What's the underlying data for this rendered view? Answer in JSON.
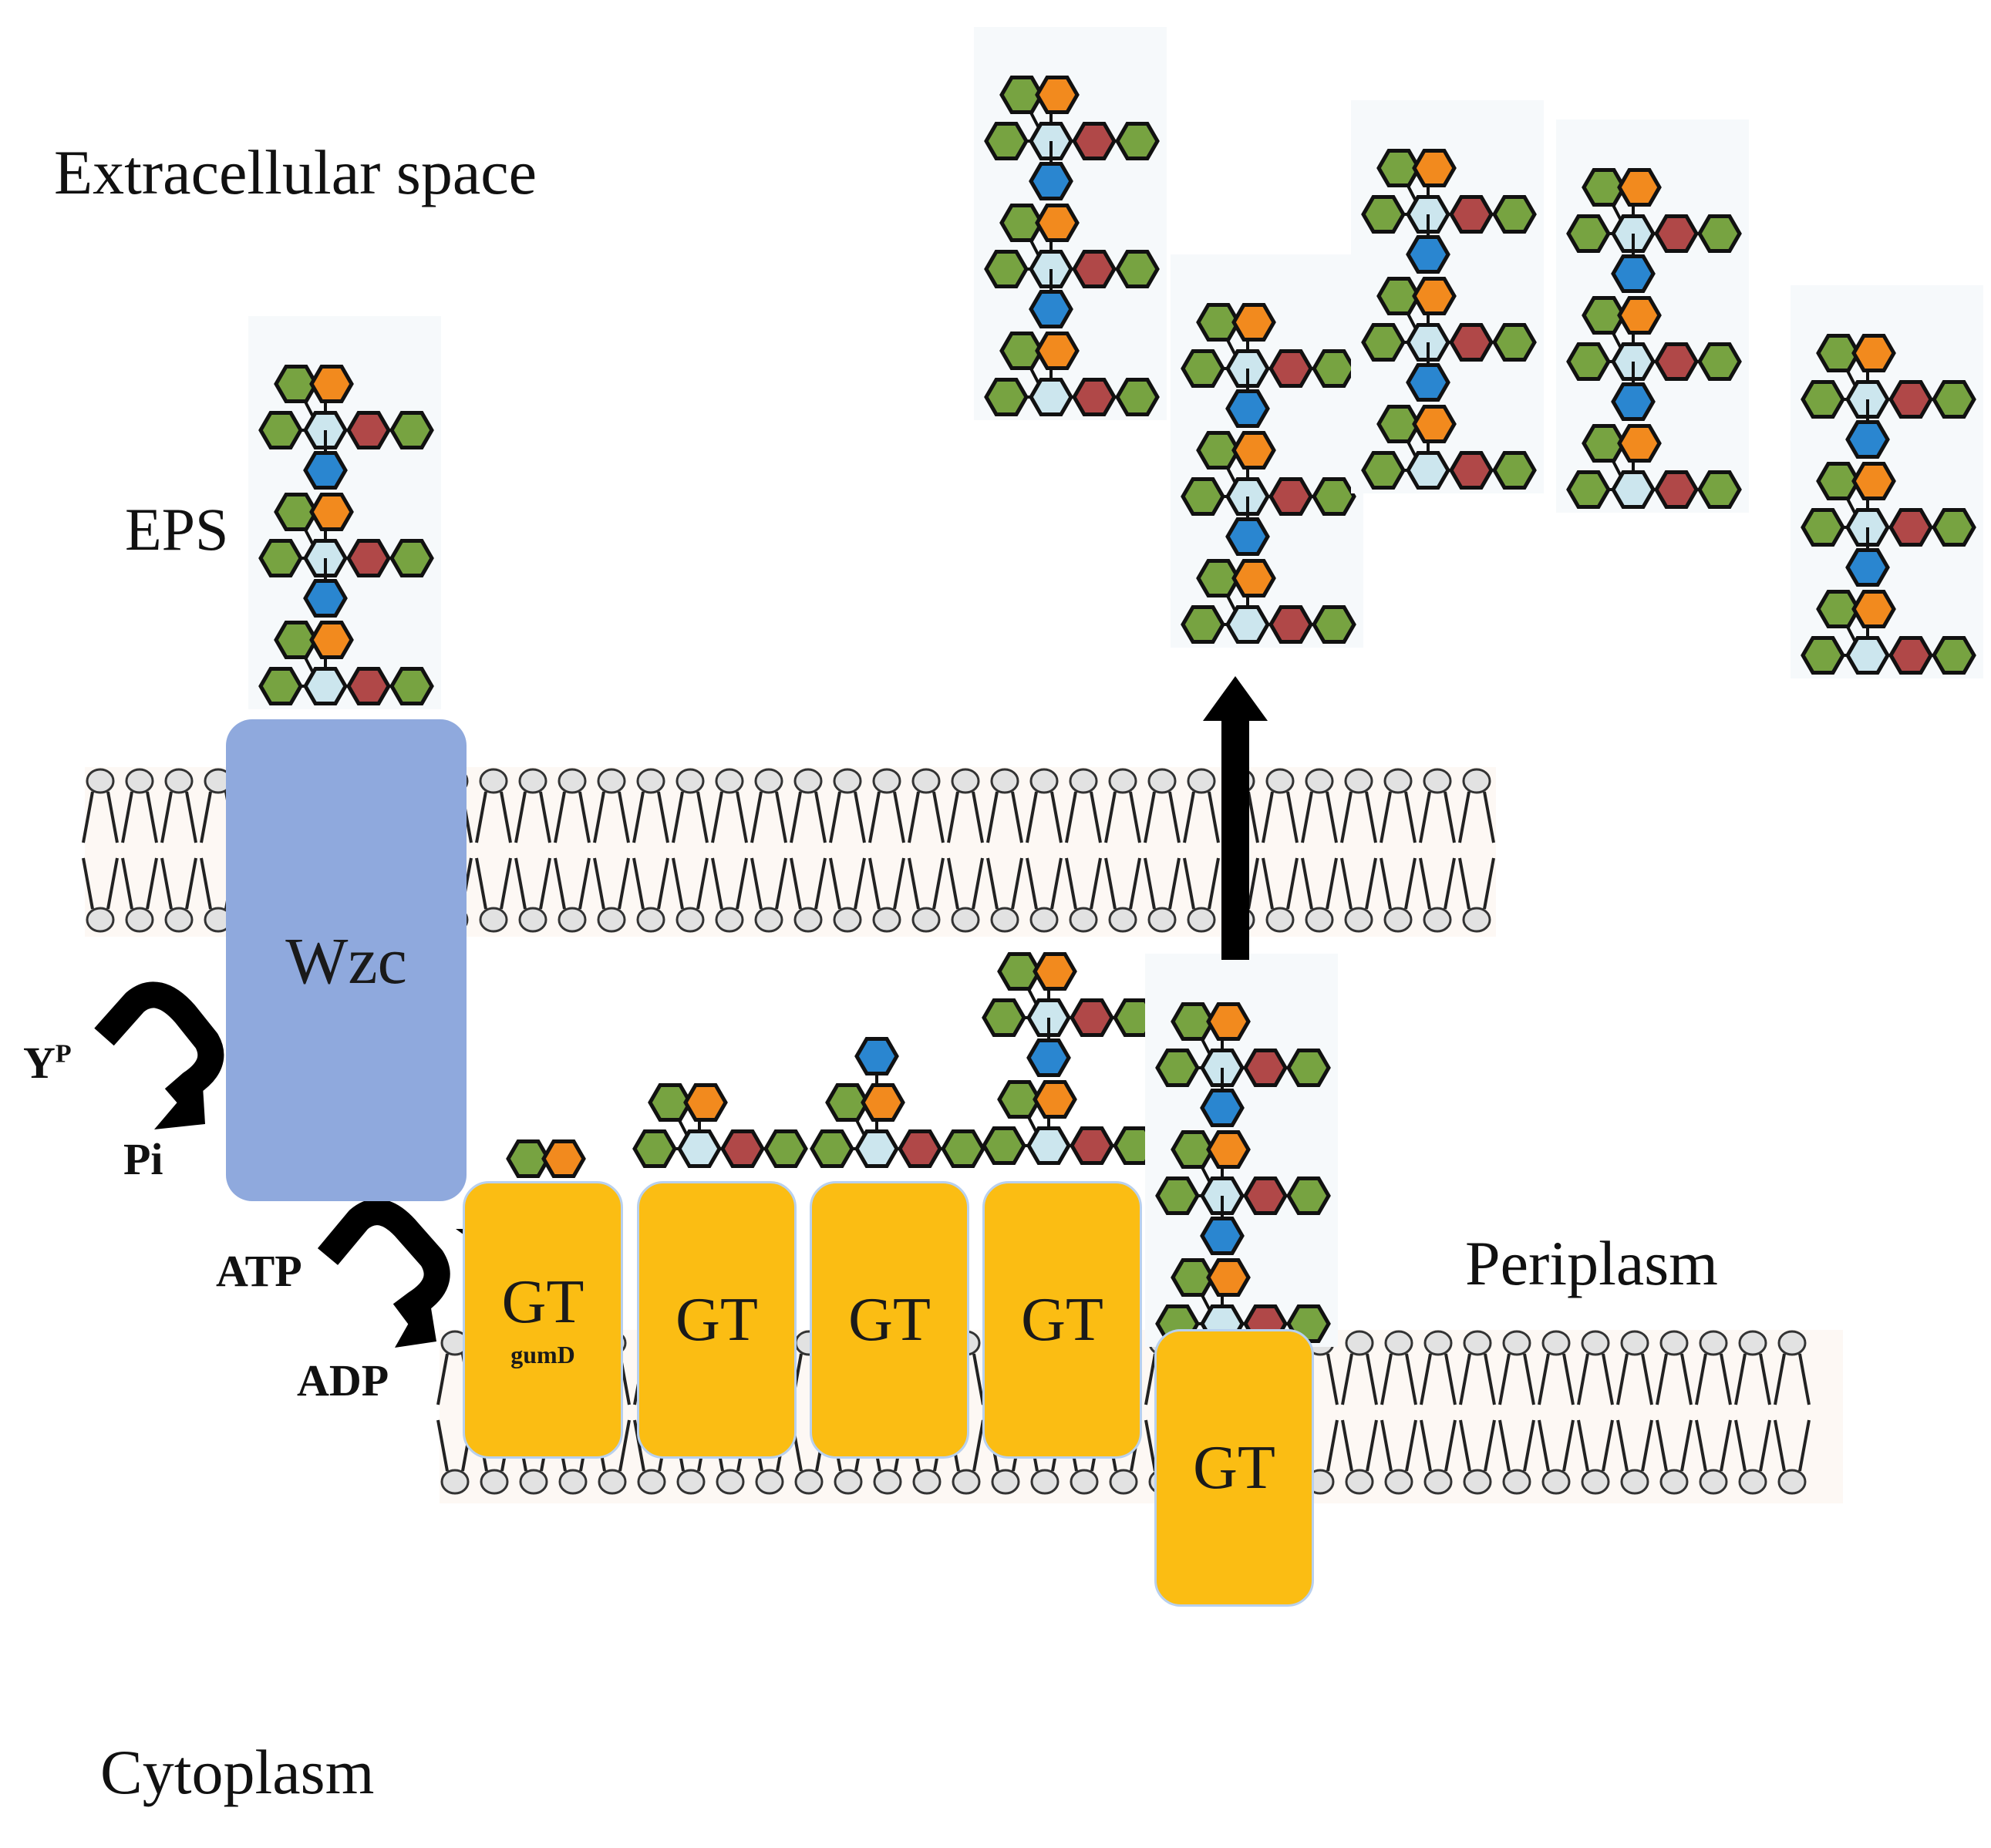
{
  "labels": {
    "extracellular": "Extracellular space",
    "eps": "EPS",
    "wzc": "Wzc",
    "y_p_base": "Y",
    "y_p_sup": "P",
    "pi": "Pi",
    "atp": "ATP",
    "adp": "ADP",
    "gt": "GT",
    "gumd": "gumD",
    "periplasm": "Periplasm",
    "cytoplasm": "Cytoplasm"
  },
  "colors": {
    "wzc_fill": "#8fa9dd",
    "gt_fill": "#fbbd13",
    "sugar_green": "#77a341",
    "sugar_orange": "#f28a1e",
    "sugar_lightblue": "#cce6ee",
    "sugar_red": "#b04848",
    "sugar_blue": "#2a86d0",
    "arrow": "#000000"
  },
  "legend_note": "repeating unit: green/orange pair, green-lightblue-red-green, blue linker"
}
